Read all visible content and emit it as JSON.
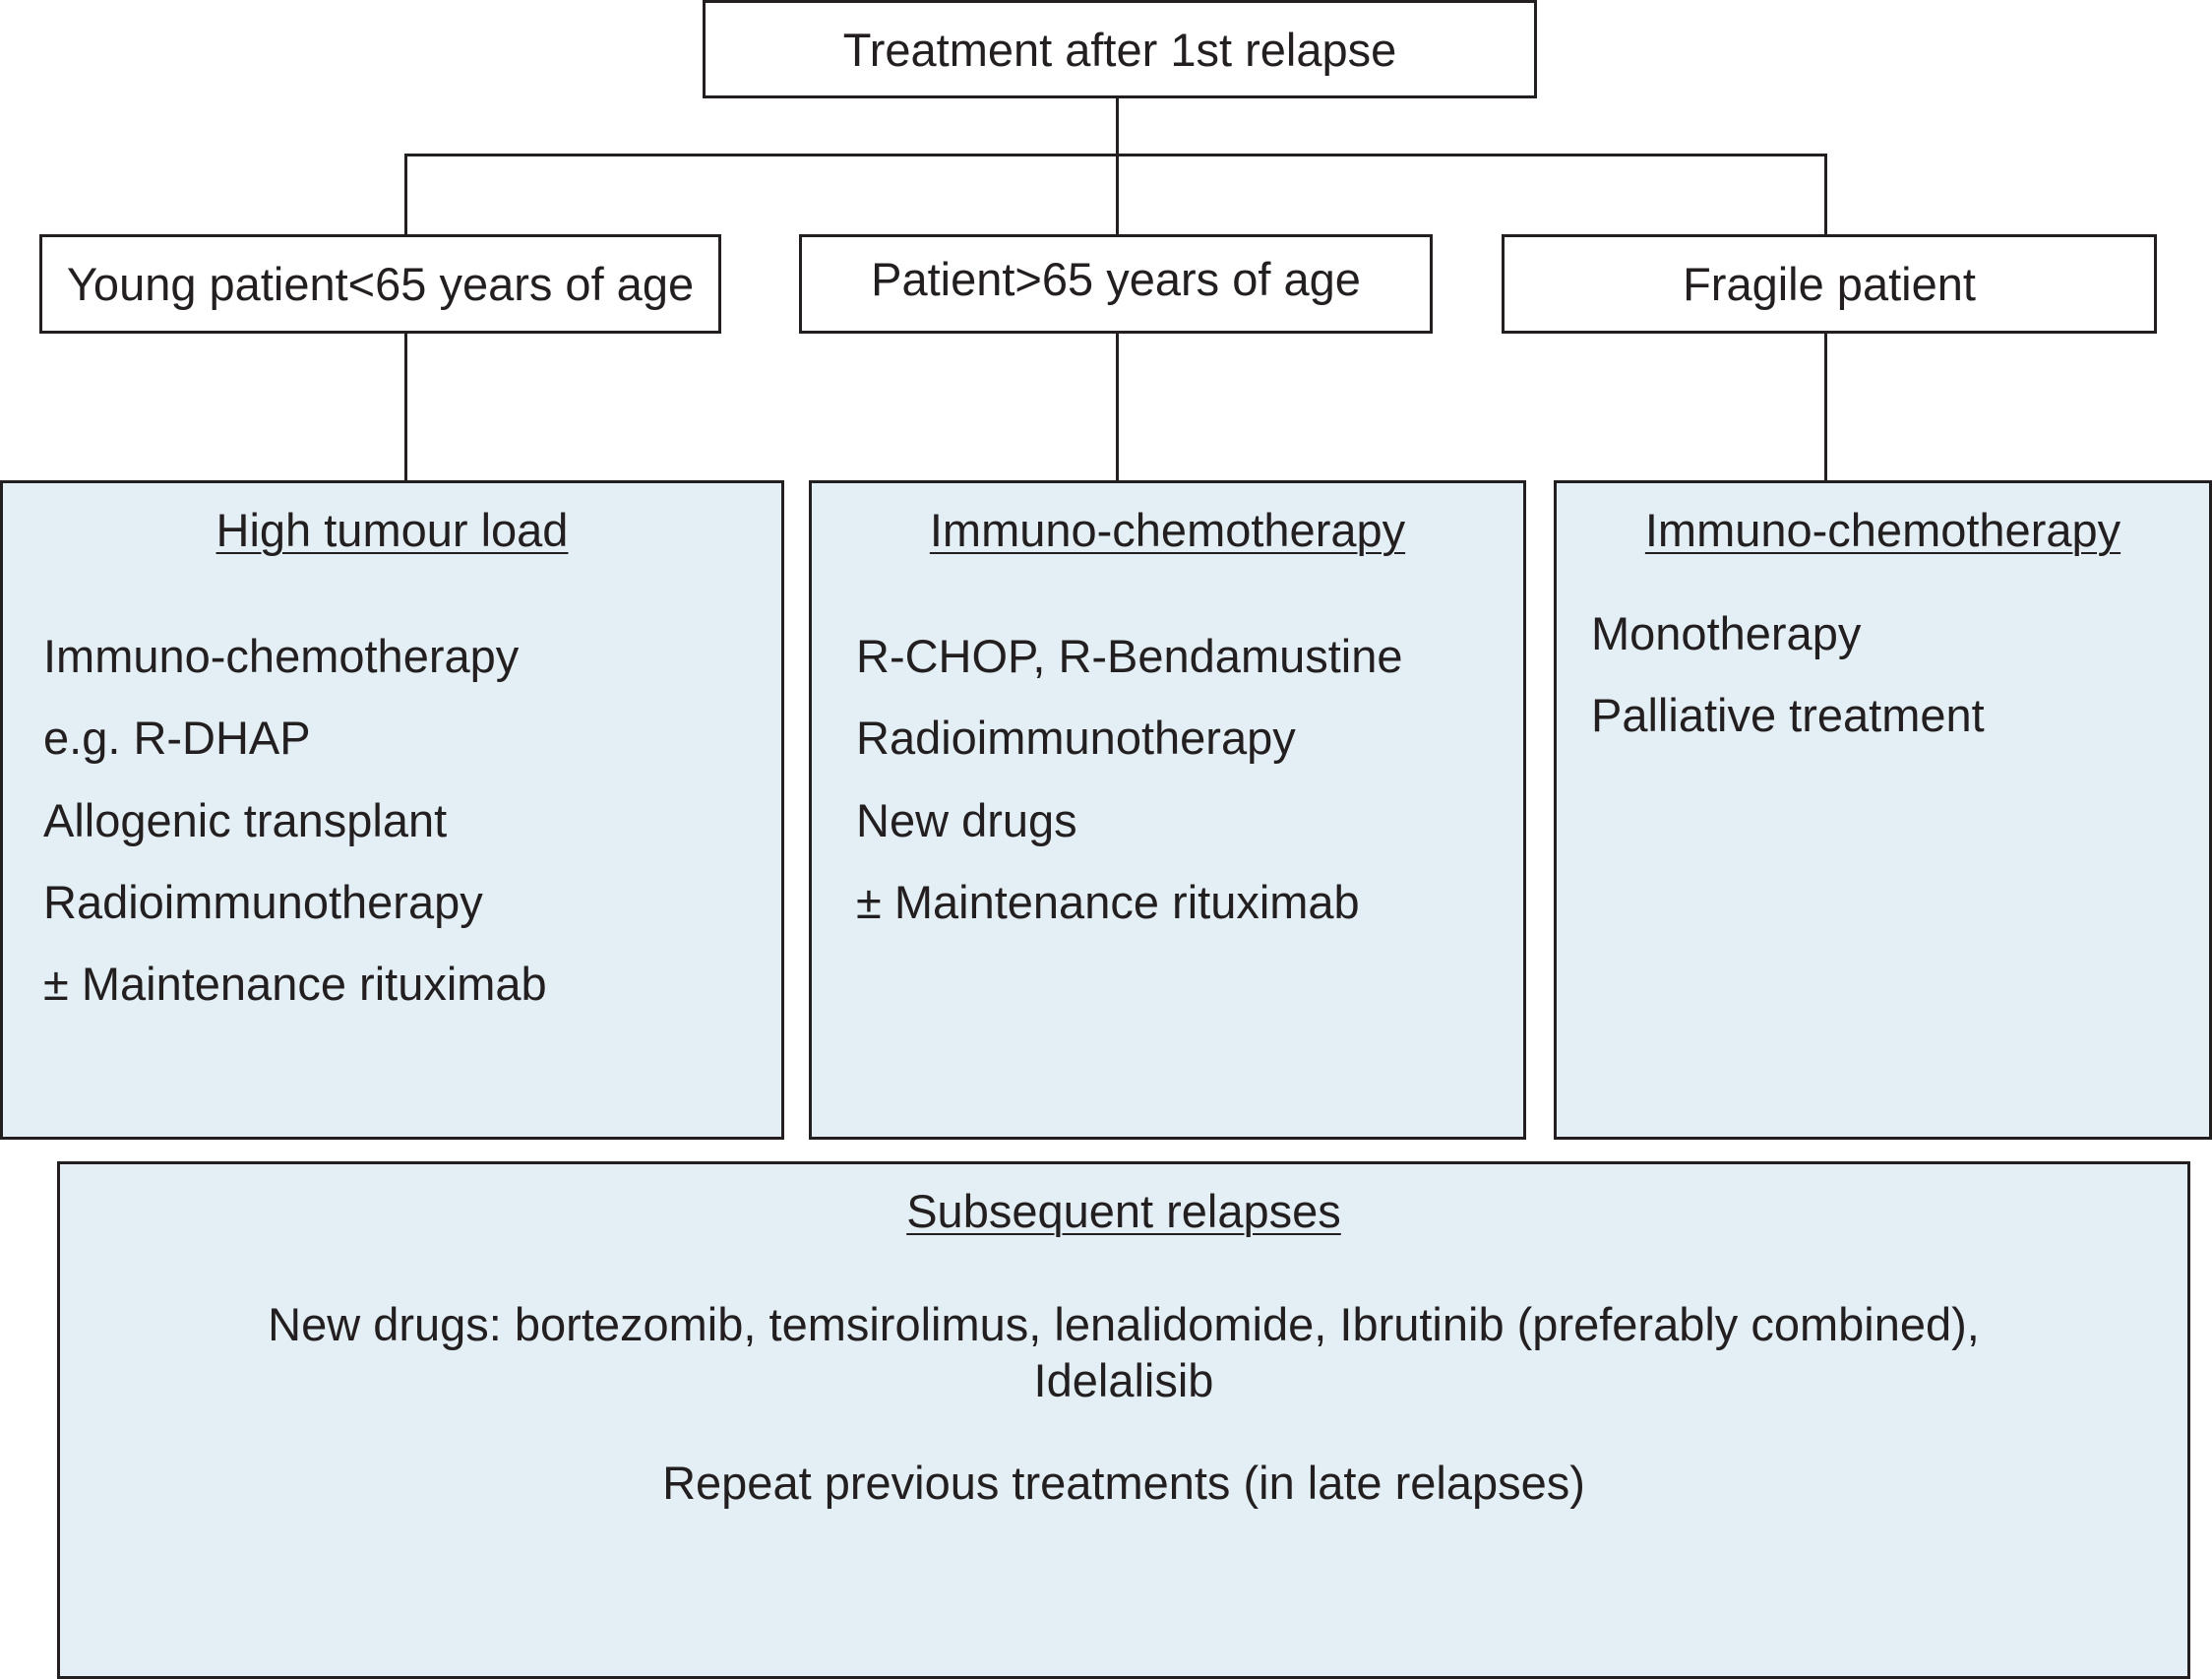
{
  "root": {
    "label": "Treatment after 1st relapse"
  },
  "groups": [
    {
      "label": "Young patient<65 years of age",
      "title": "High tumour load ",
      "items": [
        "Immuno-chemotherapy",
        "e.g. R-DHAP",
        "Allogenic transplant",
        "Radioimmunotherapy",
        "± Maintenance rituximab"
      ]
    },
    {
      "label": "Patient>65 years of age",
      "title": "Immuno-chemotherapy",
      "items": [
        "R-CHOP, R-Bendamustine",
        "Radioimmunotherapy",
        "New drugs",
        "± Maintenance rituximab"
      ]
    },
    {
      "label": "Fragile patient",
      "title": "Immuno-chemotherapy",
      "items": [
        "Monotherapy",
        "Palliative treatment"
      ]
    }
  ],
  "subsequent": {
    "title": "Subsequent relapses",
    "line1": "New drugs: bortezomib, temsirolimus, lenalidomide, Ibrutinib (preferably combined),",
    "line2": "Idelalisib",
    "line3": "Repeat previous treatments (in late relapses)"
  }
}
